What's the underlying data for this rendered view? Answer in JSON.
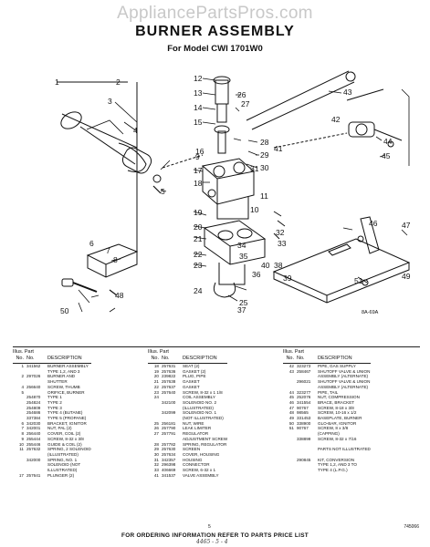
{
  "watermark": "AppliancePartsPros.com",
  "title": "BURNER ASSEMBLY",
  "subtitle": "For Model CWI 1701W0",
  "diagram_code": "8A-69A",
  "callouts": [
    "1",
    "2",
    "3",
    "4",
    "5",
    "6",
    "7",
    "8",
    "9",
    "10",
    "11",
    "12",
    "13",
    "14",
    "15",
    "16",
    "17",
    "18",
    "19",
    "20",
    "21",
    "22",
    "23",
    "24",
    "25",
    "26",
    "27",
    "28",
    "29",
    "30",
    "31",
    "32",
    "33",
    "34",
    "35",
    "36",
    "37",
    "38",
    "39",
    "40",
    "41",
    "42",
    "43",
    "44",
    "45",
    "46",
    "47",
    "48",
    "49",
    "50",
    "51"
  ],
  "table_header": {
    "line1": "Illus. Part",
    "no": "No.",
    "part_no": "No.",
    "description": "DESCRIPTION"
  },
  "col1": [
    {
      "n": "1",
      "p": "341562",
      "d": "BURNER ASSEMBLY"
    },
    {
      "n": "",
      "p": "",
      "d": "TYPE 1,2, AND 3"
    },
    {
      "n": "2",
      "p": "297026",
      "d": "BURNER AND"
    },
    {
      "n": "",
      "p": "",
      "d": "SHUTTER"
    },
    {
      "n": "4",
      "p": "256640",
      "d": "SCREW, THUMB"
    },
    {
      "n": "5",
      "p": "",
      "d": "ORIFICE, BURNER"
    },
    {
      "n": "",
      "p": "254870",
      "d": "TYPE 1"
    },
    {
      "n": "",
      "p": "254824",
      "d": "TYPE 2"
    },
    {
      "n": "",
      "p": "254809",
      "d": "TYPE 3"
    },
    {
      "n": "",
      "p": "254686",
      "d": "TYPE 4 (BUTANE)"
    },
    {
      "n": "",
      "p": "337384",
      "d": "TYPE 5 (PROPANE)"
    },
    {
      "n": "6",
      "p": "342030",
      "d": "BRACKET, IGNITOR"
    },
    {
      "n": "7",
      "p": "342001",
      "d": "NUT, PAL (2)"
    },
    {
      "n": "8",
      "p": "256440",
      "d": "COVER, COIL (2)"
    },
    {
      "n": "9",
      "p": "255444",
      "d": "SCREW, 8-32 x 3/8"
    },
    {
      "n": "10",
      "p": "255446",
      "d": "GUIDE & COIL (2)"
    },
    {
      "n": "11",
      "p": "257632",
      "d": "SPRING, 2 SOLENOID"
    },
    {
      "n": "",
      "p": "",
      "d": "(ILLUSTRATED)"
    },
    {
      "n": "",
      "p": "342000",
      "d": "SPRING, NO. 1"
    },
    {
      "n": "",
      "p": "",
      "d": "SOLENOID (NOT"
    },
    {
      "n": "",
      "p": "",
      "d": "ILLUSTRATED)"
    },
    {
      "n": "17",
      "p": "257641",
      "d": "PLUNGER (2)"
    }
  ],
  "col2": [
    {
      "n": "18",
      "p": "257631",
      "d": "SEAT (2)"
    },
    {
      "n": "19",
      "p": "257636",
      "d": "GASKET (2)"
    },
    {
      "n": "20",
      "p": "239822",
      "d": "PLUG, PIPE"
    },
    {
      "n": "21",
      "p": "257638",
      "d": "GASKET"
    },
    {
      "n": "22",
      "p": "257637",
      "d": "GASKET"
    },
    {
      "n": "23",
      "p": "257640",
      "d": "SCREW, 8-32 x 1 1/8"
    },
    {
      "n": "24",
      "p": "",
      "d": "COIL ASSEMBLY"
    },
    {
      "n": "",
      "p": "342100",
      "d": "SOLENOID NO. 2"
    },
    {
      "n": "",
      "p": "",
      "d": "(ILLUSTRATED)"
    },
    {
      "n": "",
      "p": "342099",
      "d": "SOLENOID NO. 1"
    },
    {
      "n": "",
      "p": "",
      "d": "(NOT ILLUSTRATED)"
    },
    {
      "n": "25",
      "p": "256181",
      "d": "NUT, WIRE"
    },
    {
      "n": "26",
      "p": "257790",
      "d": "LEAK LIMITER"
    },
    {
      "n": "27",
      "p": "257791",
      "d": "REGULATOR"
    },
    {
      "n": "",
      "p": "",
      "d": "ADJUSTMENT SCREW"
    },
    {
      "n": "28",
      "p": "257782",
      "d": "SPRING, REGULATOR"
    },
    {
      "n": "29",
      "p": "257630",
      "d": "SCREEN"
    },
    {
      "n": "30",
      "p": "257634",
      "d": "COVER, HOUSING"
    },
    {
      "n": "31",
      "p": "342357",
      "d": "HOUSING"
    },
    {
      "n": "32",
      "p": "296398",
      "d": "CONNECTOR"
    },
    {
      "n": "33",
      "p": "406669",
      "d": "SCREW, 6-32 x 1"
    },
    {
      "n": "41",
      "p": "341537",
      "d": "VALVE ASSEMBLY"
    }
  ],
  "col3": [
    {
      "n": "42",
      "p": "323273",
      "d": "PIPE, GAS SUPPLY"
    },
    {
      "n": "43",
      "p": "258467",
      "d": "SHUTOFF VALVE & UNION"
    },
    {
      "n": "",
      "p": "",
      "d": "ASSEMBLY (ALTERNATE)"
    },
    {
      "n": "",
      "p": "296021",
      "d": "SHUTOFF VALVE & UNION"
    },
    {
      "n": "",
      "p": "",
      "d": "ASSEMBLY (ALTERNATE)"
    },
    {
      "n": "44",
      "p": "323277",
      "d": "PIPE, TAIL"
    },
    {
      "n": "45",
      "p": "252076",
      "d": "NUT, COMPRESSION"
    },
    {
      "n": "46",
      "p": "341554",
      "d": "BRACE, BRACKET"
    },
    {
      "n": "47",
      "p": "90767",
      "d": "SCREW, 8-18 x 3/8"
    },
    {
      "n": "48",
      "p": "98565",
      "d": "SCREW, 10-16 x 1/2"
    },
    {
      "n": "49",
      "p": "331453",
      "d": "BASEPLATE, BURNER"
    },
    {
      "n": "50",
      "p": "338900",
      "d": "GLO-BAR, IGNITOR"
    },
    {
      "n": "51",
      "p": "90767",
      "d": "SCREW, 8 x 3/8"
    },
    {
      "n": "",
      "p": "",
      "d": "(CAPPING)"
    },
    {
      "n": "",
      "p": "338899",
      "d": "SCREW, 8-32 x 7/16"
    },
    {
      "n": "",
      "p": "",
      "d": ""
    },
    {
      "n": "",
      "p": "",
      "d": "PARTS NOT ILLUSTRATED"
    },
    {
      "n": "",
      "p": "",
      "d": ""
    },
    {
      "n": "",
      "p": "290845",
      "d": "KIT, CONVERSION"
    },
    {
      "n": "",
      "p": "",
      "d": "TYPE 1,2, AND 3 TO"
    },
    {
      "n": "",
      "p": "",
      "d": "TYPE 4 (L.P.G.)"
    }
  ],
  "footer": {
    "ordering": "FOR ORDERING INFORMATION REFER TO PARTS PRICE LIST",
    "page": "5",
    "code": "745066",
    "handwritten": "4465 - 5 - 4"
  },
  "colors": {
    "ink": "#111111",
    "watermark": "#c8c8c8",
    "paper": "#ffffff"
  }
}
